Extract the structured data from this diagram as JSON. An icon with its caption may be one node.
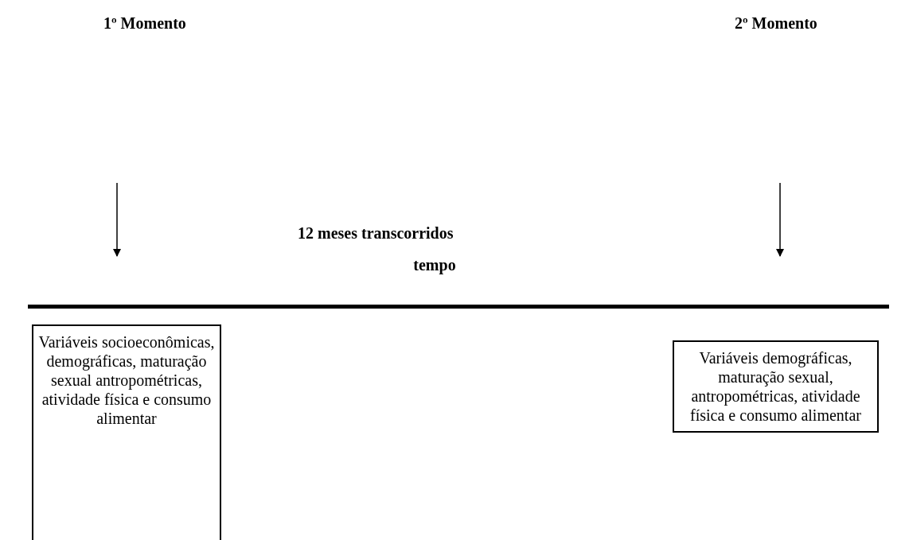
{
  "diagram": {
    "nodes": [
      {
        "text": [
          "1º Momento"
        ]
      },
      {
        "text": [
          "2º Momento"
        ]
      },
      {
        "text": [
          "tempo"
        ]
      },
      {
        "text": [
          "Variáveis socioeconômicas, demográficas, maturação sexual antropométricas, atividade física e consumo alimentar"
        ]
      },
      {
        "text": [
          "Variáveis demográficas, maturação sexual, antropométricas, atividade física e consumo alimentar"
        ]
      }
    ],
    "edges": [
      {
        "from": null,
        "to": 2,
        "arrow": "to"
      },
      {
        "from": null,
        "to": 2,
        "arrow": "to"
      }
    ],
    "labels": [
      "12 meses transcorridos"
    ]
  }
}
